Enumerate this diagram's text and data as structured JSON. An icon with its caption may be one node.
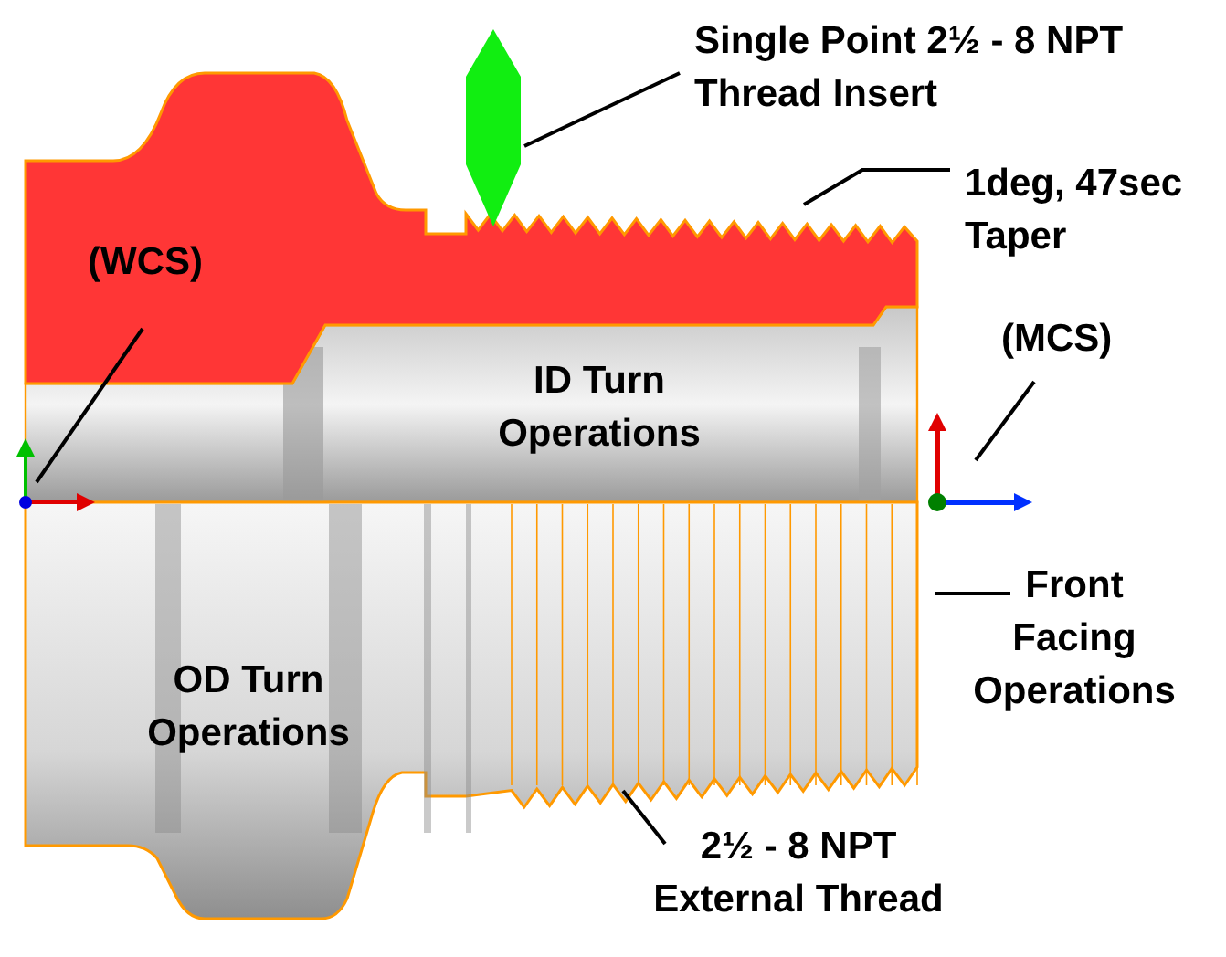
{
  "diagram": {
    "nodes": [
      {
        "text": [
          "Single Point 2½ - 8 NPT Thread Insert"
        ]
      },
      {
        "text": [],
        "shape": "diamond"
      },
      {
        "text": [
          "1deg, 47sec Taper"
        ]
      },
      {
        "text": [
          "(WCS)"
        ]
      },
      {
        "text": [],
        "shape": "picture"
      },
      {
        "text": [
          "(MCS)"
        ]
      },
      {
        "text": [],
        "shape": "picture"
      },
      {
        "text": [
          "Front Facing Operations"
        ]
      },
      {
        "text": [
          "2½ - 8 NPT External Thread"
        ]
      }
    ],
    "edges": [
      {
        "from": 0,
        "to": 1,
        "arrow": "none"
      },
      {
        "from": 2,
        "to": null,
        "arrow": "none"
      },
      {
        "from": 3,
        "to": 4,
        "arrow": "none"
      },
      {
        "from": 5,
        "to": 6,
        "arrow": "none"
      },
      {
        "from": 7,
        "to": null,
        "arrow": "none"
      },
      {
        "from": 8,
        "to": null,
        "arrow": "none"
      }
    ],
    "labels": [
      "ID Turn Operations",
      "OD Turn Operations"
    ]
  }
}
